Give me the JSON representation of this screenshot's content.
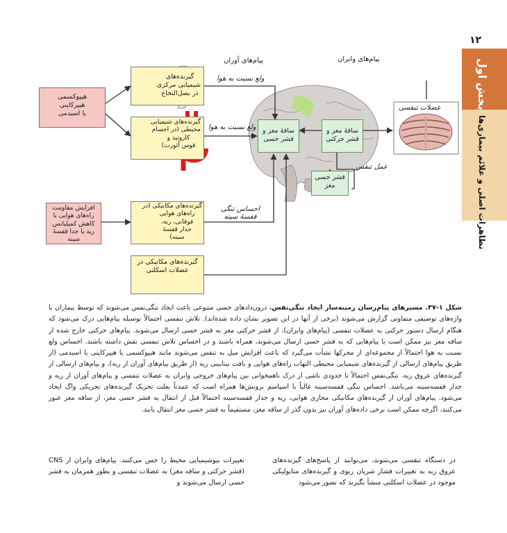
{
  "page": {
    "number": "۱۲"
  },
  "side_tab": {
    "section": "بخش اول",
    "chapter": "تظاهرات اصلی و علائم بیماری‌ها"
  },
  "colors": {
    "tab_dark": "#d4753a",
    "tab_light": "#f2d6a8",
    "yellow_box": "#fff6bf",
    "green_box": "#dcf1dc",
    "pink_box": "#f6c8c4"
  },
  "figure": {
    "top_label_afferent": "پیام‌های آوران",
    "top_label_efferent": "پیام‌های وابران",
    "arrow_label_1": "ولع نسبت به هوا",
    "arrow_label_2": "ولع نسبت به هوا",
    "arrow_label_effort": "عمل تنفس",
    "chest_tightness": "احساس تنگی\nقفسهٔ سینه",
    "stim_1": "هیپوکسمی\nهیپرکاپنی\nیا اسیدمی",
    "stim_2": "افزایش مقاومت\nراه‌های هوایی یا\nکاهش کمپلیانس\nریه یا جدا قفسهٔ\nسینه",
    "rec_central": "گیرنده‌های\nشیمیایی مرکزی\nدر بصل‌النخاع",
    "rec_peripheral": "گیرنده‌های شیمیایی\nمحیطی (در اجسام\nکاروتید و\nقوس آئورت)",
    "rec_airway": "گیرنده‌های مکانیکی (در\nراه‌های هوایی\nفوقانی، ریه،\nجدار قفسهٔ\nسینه)",
    "rec_muscle": "گیرنده‌های مکانیکی در\nعضلات اسکلتی",
    "brain_sensory": "ساقهٔ مغز و\nقشر حسی",
    "brain_motor": "ساقهٔ مغز و\nقشر حرکتی",
    "sensory_cortex": "قشر حسی\nمغز",
    "resp_muscles": "عضلات تنفسی"
  },
  "caption": {
    "label": "شکل ۱-۳۷. مسیرهای پیام‌رسان زمینه‌ساز ایجاد تنگی‌نفس.",
    "body": "درون‌دادهای حسی متنوعی باعث ایجاد تنگی‌نفس می‌شوند که توسط بیماران با واژه‌های توصیفی متفاوتی گزارش می‌شوند (برخی از آنها در این تصویر نشان داده شده‌اند). تلاش تنفسی احتمالاً بوسیله پیام‌هایی درک می‌شود که هنگام ارسال دستور حرکتی به عضلات تنفسی (پیام‌های وابران)، از قشر حرکتی مغز به قشر حسی ارسال می‌شوند. پیام‌های حرکتی خارج شده از ساقه مغز نیز ممکن است با پیام‌هایی که به قشر حسی ارسال می‌شوند، همراه باشند و در احساس تلاش تنفسی نقش داشته باشند. احساس ولع نسبت به هوا احتمالاً از مجموعه‌ای از محرکها نشأت می‌گیرد که باعث افزایش میل به تنفس می‌شوند مانند هیپوکسمی یا هیپرکاپنی یا اسیدمی (از طریق پیام‌های ارسالی از گیرنده‌های شیمیایی محیطی التهاب راه‌های هوایی و بافت بینابینی ریه (از طریق پیام‌های آوران از ریه)، و پیام‌های ارسالی از گیرنده‌های عروق ریه. تنگی‌نفس احتمالاً تا حدودی ناشی از درک ناهمخوانی بین پیام‌های خروجی وابران به عضلات تنفسی و پیام‌های آوران از ریه و جدار قفسه‌سینه می‌باشد. احساس تنگی قفسه‌سینه غالباً با اسپاسم برونش‌ها همراه است که عمدتاً بعلت تحریک گیرنده‌های تحریکی واگ ایجاد می‌شود. پیام‌های آوران از گیرنده‌های مکانیکی مجاری هوایی، ریه و جدار قفسه‌سینه احتمالاً قبل از انتقال به قشر حسی مغز، از ساقه مغز عبور می‌کنند، اگرچه ممکن است برخی داده‌های آوران نیز بدون گذر از ساقه مغز، مستقیماً به قشر حسی مغز انتقال یابند."
  },
  "body_text": {
    "right_col": "در دستگاه تنفسی می‌شوند، می‌توانند از پاسخ‌های گیرنده‌های عروق ریه به تغییرات فشار شریان ریوی و گیرنده‌های متابولیکی موجود در عضلات اسکلتی منشأ بگیرند که تصور می‌شود",
    "left_col": "تغییرات بیوشیمیایی محیط را حس می‌کنند. پیام‌های وابران از CNS (قشر حرکتی و ساقه مغز) به عضلات تنفسی و بطور همزمان به قشر حسی ارسال می‌شوند و"
  }
}
